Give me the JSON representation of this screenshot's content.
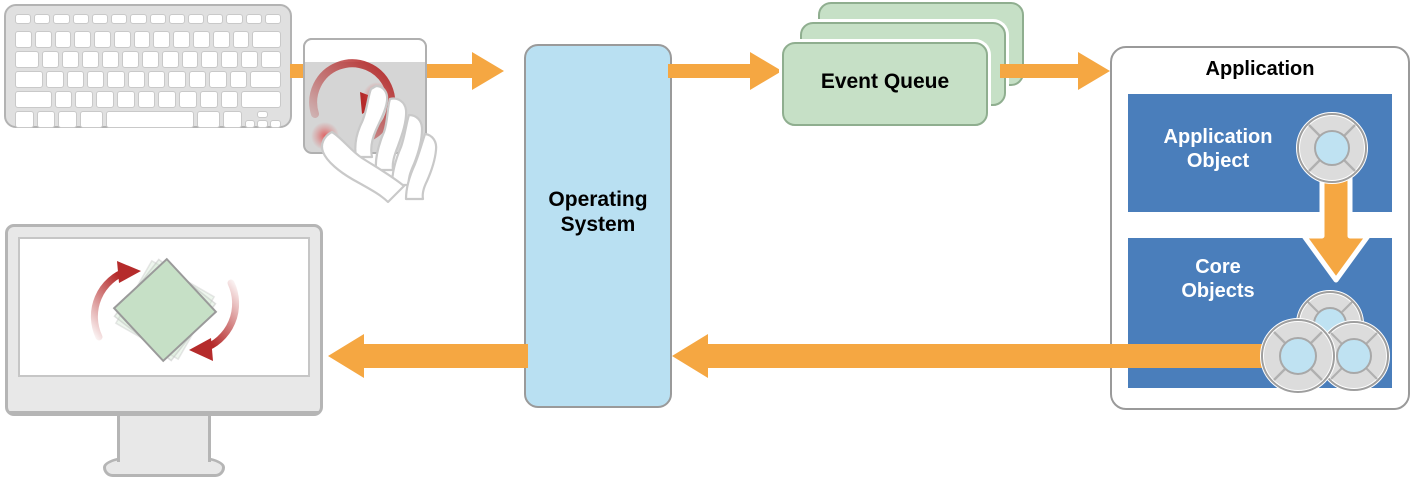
{
  "diagram": {
    "title": "Event delivery path from input device to application and back to display",
    "type": "flow-diagram",
    "background": "#ffffff"
  },
  "colors": {
    "arrow_orange": "#F5A742",
    "os_box_fill": "#B9E0F2",
    "event_queue_fill": "#C6E0C6",
    "application_band_fill": "#4A7EBB",
    "device_gray": "#E0E0E0",
    "device_stroke": "#B3B3B3",
    "gesture_red": "#B52B2B",
    "shape_green": "#C6E0C6",
    "object_core_blue": "#BFE2F2",
    "object_ring_gray": "#DCDCDC",
    "text_dark": "#000000",
    "text_light": "#FFFFFF"
  },
  "nodes": {
    "keyboard": {
      "name": "keyboard",
      "rows": [
        14,
        14,
        13,
        12,
        12,
        8
      ]
    },
    "trackpad": {
      "name": "trackpad",
      "gesture": "two-finger-rotate"
    },
    "operating_system": {
      "label": "Operating\nSystem"
    },
    "event_queue": {
      "label": "Event Queue",
      "card_count": 3
    },
    "application": {
      "title": "Application",
      "application_object": {
        "label": "Application\nObject",
        "icon_count": 1
      },
      "core_objects": {
        "label": "Core\nObjects",
        "icon_count": 3
      }
    },
    "display": {
      "name": "monitor",
      "content": "rotating-square",
      "ghost_count": 2
    }
  },
  "arrows": [
    {
      "id": "input-to-os",
      "from": "trackpad",
      "to": "operating_system",
      "direction": "right",
      "color": "#F5A742"
    },
    {
      "id": "os-to-queue",
      "from": "operating_system",
      "to": "event_queue",
      "direction": "right",
      "color": "#F5A742"
    },
    {
      "id": "queue-to-app",
      "from": "event_queue",
      "to": "application",
      "direction": "right",
      "color": "#F5A742"
    },
    {
      "id": "appobj-to-coreobj",
      "from": "application_object",
      "to": "core_objects",
      "direction": "down",
      "color": "#F5A742"
    },
    {
      "id": "app-to-os",
      "from": "application",
      "to": "operating_system",
      "direction": "left",
      "color": "#F5A742"
    },
    {
      "id": "os-to-display",
      "from": "operating_system",
      "to": "display",
      "direction": "left",
      "color": "#F5A742"
    }
  ]
}
